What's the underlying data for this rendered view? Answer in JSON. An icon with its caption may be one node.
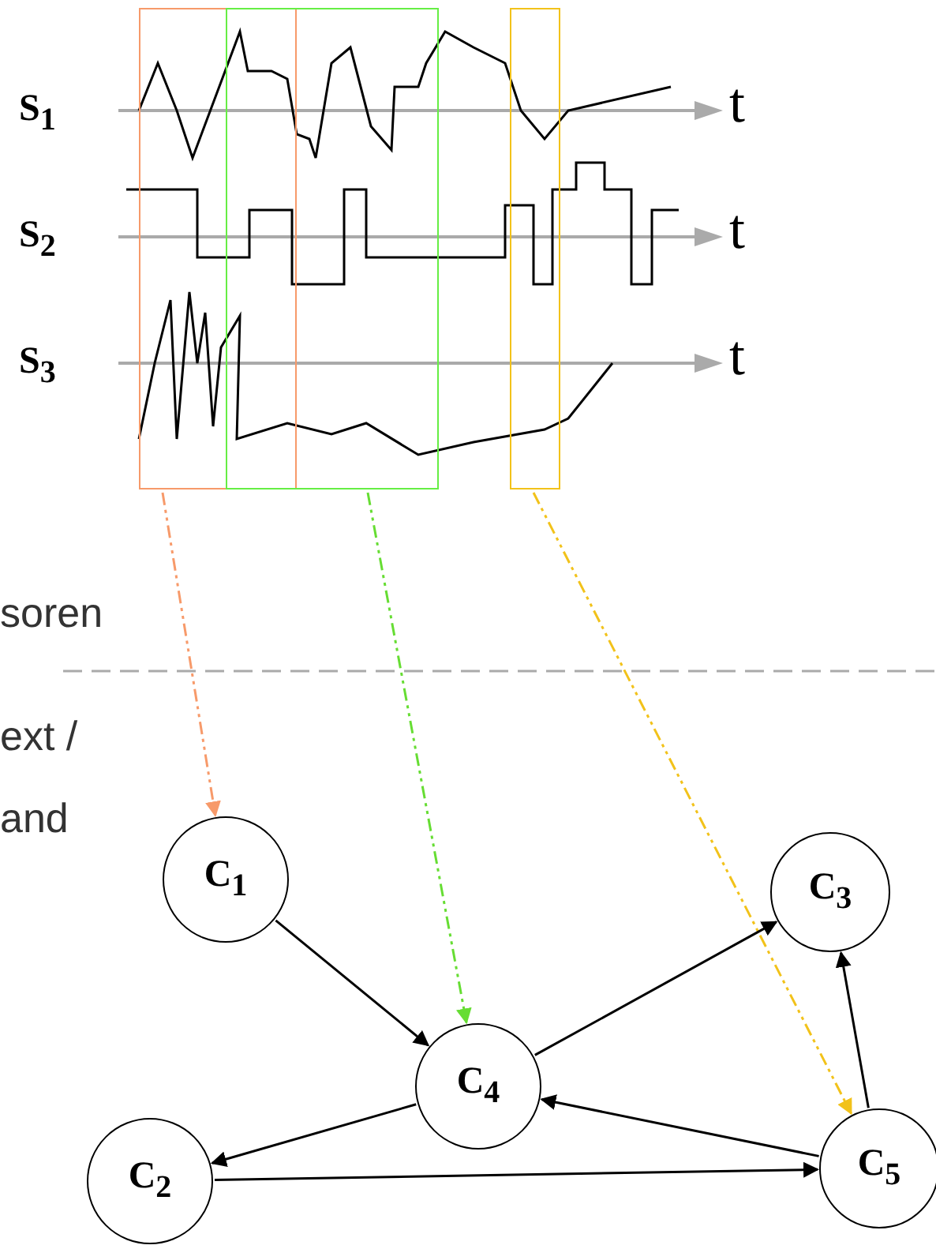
{
  "diagram": {
    "nodes": [
      {
        "text": [],
        "shape": "box"
      },
      {
        "text": [],
        "shape": "box"
      },
      {
        "text": [],
        "shape": "box"
      },
      {
        "text": [
          "C$_{1}$"
        ]
      },
      {
        "text": [
          "C$_{3}$"
        ]
      },
      {
        "text": [
          "C$_{4}$"
        ]
      },
      {
        "text": [
          "C$_{2}$"
        ]
      },
      {
        "text": [
          "C$_{5}$"
        ]
      }
    ],
    "edges": [
      {
        "from": 0,
        "to": 3,
        "arrow": "to",
        "style": "dashed",
        "color": "#f79a6a"
      },
      {
        "from": 1,
        "to": 5,
        "arrow": "to",
        "style": "dashed",
        "color": "#66dd33"
      },
      {
        "from": 2,
        "to": 7,
        "arrow": "to",
        "style": "dashed",
        "color": "#f2c21a"
      },
      {
        "from": 3,
        "to": 5,
        "arrow": "to"
      },
      {
        "from": 5,
        "to": 4,
        "arrow": "to"
      },
      {
        "from": 7,
        "to": 5,
        "arrow": "to"
      },
      {
        "from": 5,
        "to": 6,
        "arrow": "to"
      },
      {
        "from": 6,
        "to": 7,
        "arrow": "to"
      },
      {
        "from": 7,
        "to": 4,
        "arrow": "to"
      }
    ],
    "labels": [
      "S$_{1}$",
      "t",
      "S$_{2}$",
      "t",
      "S$_{3}$",
      "t",
      "soren",
      "ext / and"
    ]
  }
}
